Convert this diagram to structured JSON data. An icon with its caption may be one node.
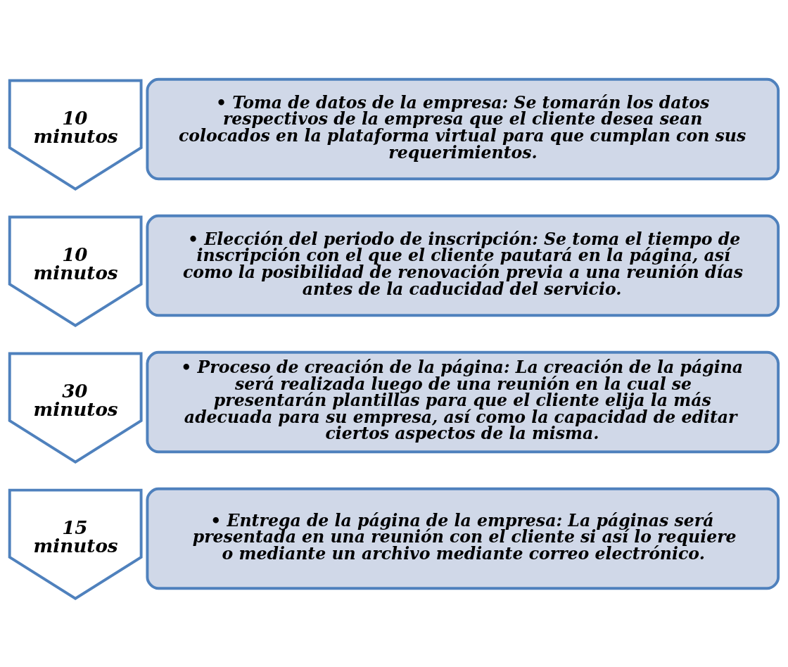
{
  "diagram": {
    "nodes": [
      {
        "text": [
          "10 minutos"
        ]
      },
      {
        "text": [
          "• Toma de datos de la empresa: Se tomarán los datos respectivos de la empresa que el cliente desea sean colocados en la plataforma virtual para que cumplan con sus requerimientos."
        ]
      },
      {
        "text": [
          "10 minutos"
        ]
      },
      {
        "text": [
          "• Elección del periodo de inscripción: Se toma el tiempo de inscripción con el que el cliente pautará en la página, así como la posibilidad de renovación previa a una reunión días antes de la caducidad del servicio."
        ]
      },
      {
        "text": [
          "30 minutos"
        ]
      },
      {
        "text": [
          "• Proceso de creación de la página: La creación de la página será realizada luego de una reunión en la cual se presentarán plantillas para que el cliente elija la más adecuada para su empresa, así como la capacidad de editar ciertos aspectos de la misma."
        ]
      },
      {
        "text": [
          "15 minutos"
        ]
      },
      {
        "text": [
          "• Entrega de la página de la empresa: La páginas será presentada en una reunión con el cliente si así lo requiere o mediante un archivo mediante correo electrónico."
        ]
      }
    ]
  }
}
